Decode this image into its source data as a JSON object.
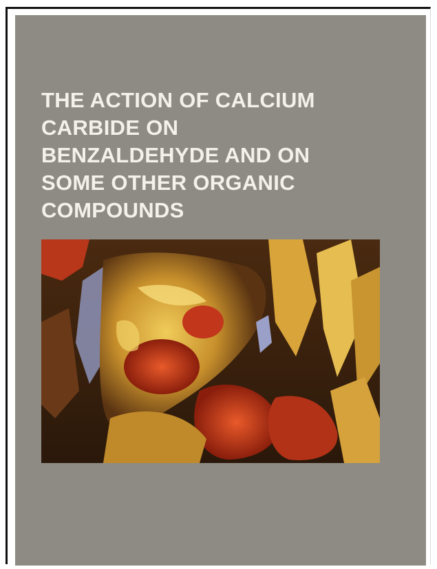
{
  "book": {
    "title_lines": [
      "THE ACTION OF CALCIUM",
      "CARBIDE ON",
      "BENZALDEHYDE AND ON",
      "SOME OTHER ORGANIC",
      "COMPOUNDS"
    ]
  },
  "colors": {
    "cover_background": "#8e8b84",
    "title_text": "#f4f1ea",
    "art_gold": "#d9a43a",
    "art_red": "#c2361c",
    "art_blue": "#8d93b8",
    "art_dark": "#3a2410"
  }
}
